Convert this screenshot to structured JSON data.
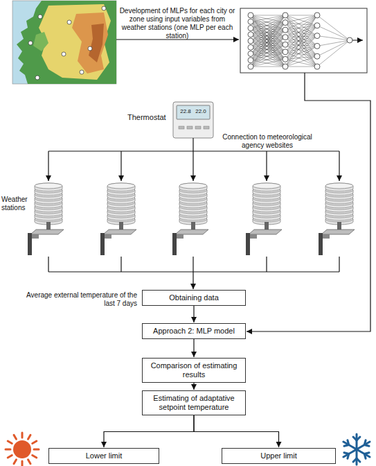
{
  "diagram": {
    "nodes": [
      {
        "text": [
          "Obtaining data"
        ]
      },
      {
        "text": [
          "Approach 2: MLP model"
        ]
      },
      {
        "text": [
          "Comparison of estimating results"
        ]
      },
      {
        "text": [
          "Estimating of adaptative setpoint temperature"
        ]
      },
      {
        "text": [
          "Lower limit"
        ]
      },
      {
        "text": [
          "Upper limit"
        ]
      }
    ],
    "edges": [
      {
        "from": 0,
        "to": 1,
        "arrow": "to"
      },
      {
        "from": 1,
        "to": 2,
        "arrow": "to"
      },
      {
        "from": 2,
        "to": 3,
        "arrow": "to"
      },
      {
        "from": 3,
        "to": 4,
        "arrow": "to"
      },
      {
        "from": 3,
        "to": 5,
        "arrow": "to"
      }
    ],
    "labels": [
      "Development of MLPs for each city or zone using input variables from weather stations (one MLP per each station)",
      "Thermostat",
      "22.8",
      "22.0",
      "Connection to meteorological agency websites",
      "Weather stations",
      "Average external temperature of the last 7 days"
    ]
  }
}
